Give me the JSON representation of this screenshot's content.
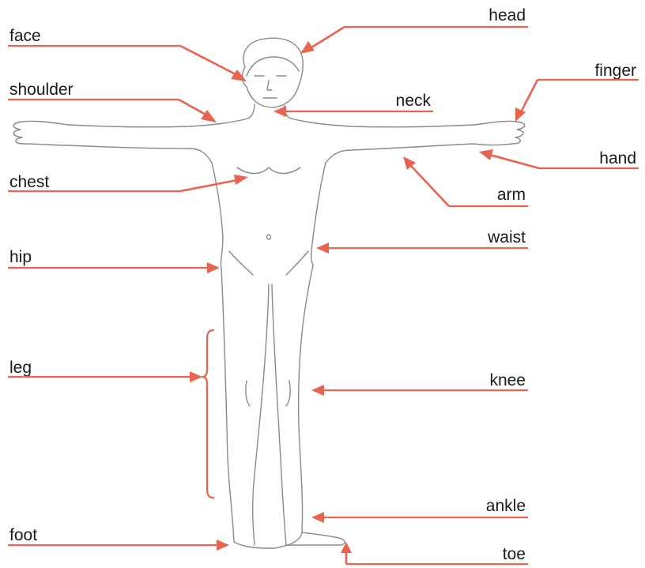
{
  "colors": {
    "accent": "#e8644f",
    "outline": "#8a8a8a",
    "text": "#1a1a1a"
  },
  "labels": {
    "head": "head",
    "face": "face",
    "shoulder": "shoulder",
    "neck": "neck",
    "finger": "finger",
    "hand": "hand",
    "chest": "chest",
    "arm": "arm",
    "waist": "waist",
    "hip": "hip",
    "leg": "leg",
    "knee": "knee",
    "ankle": "ankle",
    "foot": "foot",
    "toe": "toe"
  }
}
